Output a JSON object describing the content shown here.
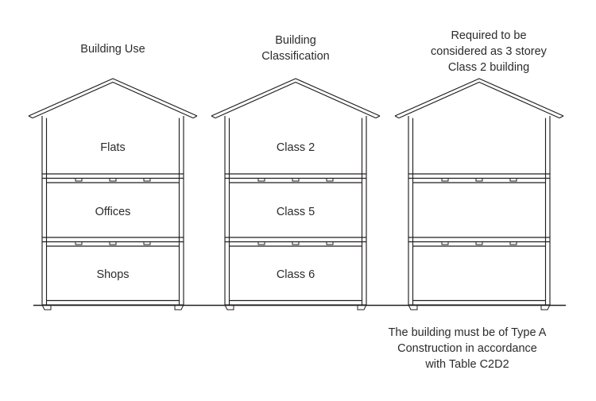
{
  "diagram": {
    "title": "Building use and classification three storey diagram",
    "line_color": "#231f20",
    "text_color": "#2b2b2b",
    "background": "#ffffff"
  },
  "columns": [
    {
      "id": "building-use",
      "header_lines": [
        "Building Use"
      ],
      "floors": [
        {
          "level": "top",
          "label": "Flats"
        },
        {
          "level": "middle",
          "label": "Offices"
        },
        {
          "level": "bottom",
          "label": "Shops"
        }
      ]
    },
    {
      "id": "building-classification",
      "header_lines": [
        "Building",
        "Classification"
      ],
      "floors": [
        {
          "level": "top",
          "label": "Class 2"
        },
        {
          "level": "middle",
          "label": "Class 5"
        },
        {
          "level": "bottom",
          "label": "Class 6"
        }
      ]
    },
    {
      "id": "required-treatment",
      "header_lines": [
        "Required to be",
        "considered as 3 storey",
        "Class 2 building"
      ],
      "floors": [
        {
          "level": "top",
          "label": ""
        },
        {
          "level": "middle",
          "label": ""
        },
        {
          "level": "bottom",
          "label": ""
        }
      ]
    }
  ],
  "caption": {
    "lines": [
      "The building must be of Type A",
      "Construction in accordance",
      "with Table C2D2"
    ]
  }
}
